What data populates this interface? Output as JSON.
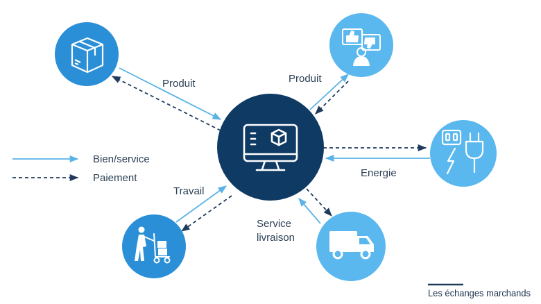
{
  "nodes": {
    "center": {
      "icon": "computer-cube-icon"
    },
    "product_box": {
      "icon": "box-icon"
    },
    "feedback": {
      "icon": "feedback-thumbs-icon"
    },
    "energy": {
      "icon": "plug-outlet-icon"
    },
    "delivery": {
      "icon": "delivery-truck-icon"
    },
    "worker": {
      "icon": "hand-truck-worker-icon"
    }
  },
  "labels": {
    "produit_left": "Produit",
    "produit_right": "Produit",
    "energie": "Energie",
    "travail": "Travail",
    "service_line1": "Service",
    "service_line2": "livraison"
  },
  "legend": {
    "bien_service": "Bien/service",
    "paiement": "Paiement"
  },
  "credit": "Les échanges marchands",
  "colors": {
    "center": "#0f3a63",
    "node_dark": "#2a8fd6",
    "node_light": "#5ab8ee",
    "arrow_solid": "#5ab2e6",
    "arrow_dashed": "#1f3a5c"
  }
}
